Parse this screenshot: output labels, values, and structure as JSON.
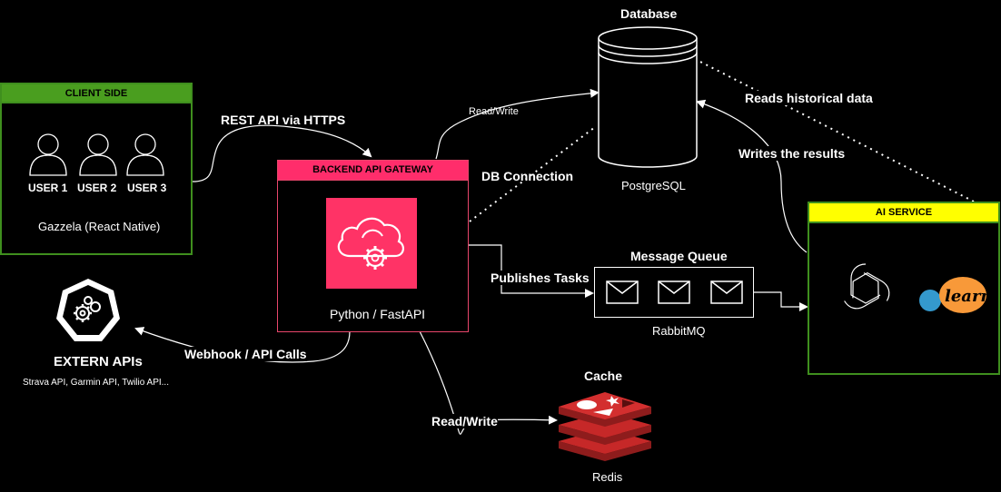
{
  "client": {
    "header": "CLIENT SIDE",
    "users": [
      "USER 1",
      "USER 2",
      "USER 3"
    ],
    "app": "Gazzela (React Native)"
  },
  "gateway": {
    "header": "BACKEND API GATEWAY",
    "caption": "Python / FastAPI"
  },
  "database": {
    "title": "Database",
    "caption": "PostgreSQL"
  },
  "queue": {
    "title": "Message Queue",
    "caption": "RabbitMQ"
  },
  "cache": {
    "title": "Cache",
    "caption": "Redis"
  },
  "ai": {
    "header": "AI SERVICE",
    "logo_text": "learn"
  },
  "extern": {
    "title": "EXTERN APIs",
    "caption": "Strava API, Garmin API, Twilio API..."
  },
  "edges": {
    "rest": "REST API via HTTPS",
    "db_rw": "Read/Write",
    "db_conn": "DB Connection",
    "reads_hist": "Reads historical data",
    "writes_results": "Writes the results",
    "publishes": "Publishes Tasks",
    "webhook": "Webhook / API Calls",
    "cache_rw": "Read/Write"
  },
  "colors": {
    "client_border": "#3f8f1e",
    "client_header": "#4a9e1f",
    "gateway_border": "#e8466b",
    "gateway_header": "#ff2d6b",
    "gateway_icon_bg": "#ff3366",
    "ai_border": "#3f8f1e",
    "ai_header": "#ffff00",
    "redis": "#c62828"
  }
}
